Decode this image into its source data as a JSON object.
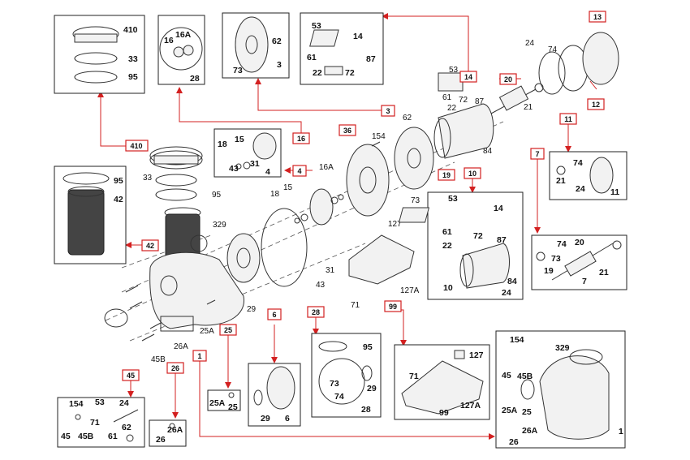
{
  "colors": {
    "accent": "#d32020",
    "line": "#333333",
    "text": "#111111"
  },
  "tags": {
    "t410": "410",
    "t16": "16",
    "t3": "3",
    "t14": "14",
    "t13": "13",
    "t20": "20",
    "t12": "12",
    "t11": "11",
    "t36": "36",
    "t4": "4",
    "t19": "19",
    "t10": "10",
    "t7": "7",
    "t42": "42",
    "t6": "6",
    "t28": "28",
    "t99": "99",
    "t25": "25",
    "t1": "1",
    "t45": "45",
    "t26": "26"
  },
  "box410": {
    "a": "410",
    "b": "33",
    "c": "95"
  },
  "box16": {
    "a": "16",
    "b": "16A",
    "c": "28"
  },
  "box3": {
    "a": "62",
    "b": "73",
    "c": "3"
  },
  "box14": {
    "a": "53",
    "b": "14",
    "c": "61",
    "d": "87",
    "e": "22",
    "f": "72"
  },
  "box4": {
    "a": "18",
    "b": "15",
    "c": "43",
    "d": "31",
    "e": "4"
  },
  "box42": {
    "a": "95",
    "b": "42"
  },
  "box10": {
    "a": "53",
    "b": "14",
    "c": "61",
    "d": "72",
    "e": "87",
    "f": "22",
    "g": "84",
    "h": "10",
    "i": "24"
  },
  "box11": {
    "a": "74",
    "b": "21",
    "c": "24",
    "d": "11"
  },
  "box7": {
    "a": "74",
    "b": "20",
    "c": "73",
    "d": "19",
    "e": "21",
    "f": "7"
  },
  "box6": {
    "a": "29",
    "b": "6"
  },
  "box28": {
    "a": "95",
    "b": "73",
    "c": "29",
    "d": "74",
    "e": "28"
  },
  "box99": {
    "a": "127",
    "b": "71",
    "c": "127A",
    "d": "99"
  },
  "box25": {
    "a": "25A",
    "b": "25"
  },
  "box26": {
    "a": "26A",
    "b": "26"
  },
  "box45": {
    "a": "154",
    "b": "53",
    "c": "24",
    "d": "71",
    "e": "45",
    "f": "45B",
    "g": "61",
    "h": "62"
  },
  "box1": {
    "a": "154",
    "b": "329",
    "c": "45",
    "d": "45B",
    "e": "25A",
    "f": "25",
    "g": "26A",
    "h": "26",
    "i": "1"
  },
  "main": {
    "m33": "33",
    "m95": "95",
    "m329": "329",
    "m29": "29",
    "m25A": "25A",
    "m26A": "26A",
    "m45B": "45B",
    "m18": "18",
    "m15": "15",
    "m16A": "16A",
    "m31": "31",
    "m43": "43",
    "m154": "154",
    "m62": "62",
    "m73": "73",
    "m84": "84",
    "m53": "53",
    "m61": "61",
    "m22": "22",
    "m72": "72",
    "m87": "87",
    "m24": "24",
    "m74": "74",
    "m21": "21",
    "m127": "127",
    "m127A": "127A",
    "m71": "71"
  }
}
